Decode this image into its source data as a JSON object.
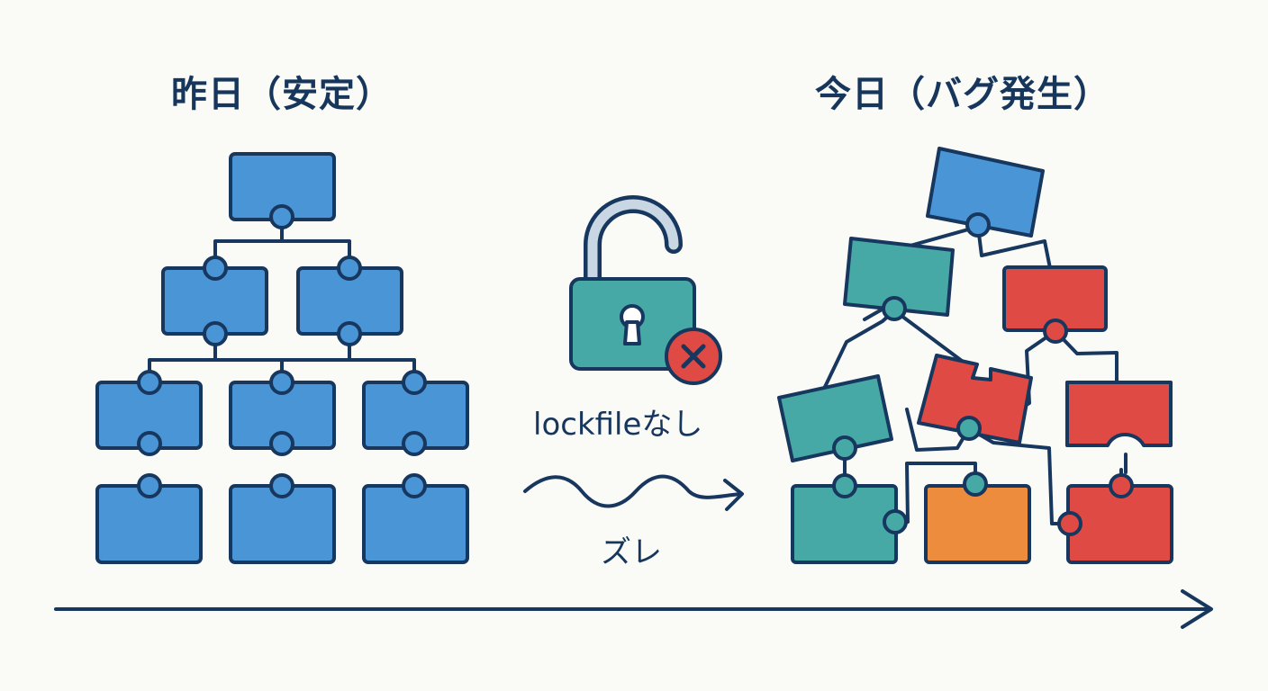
{
  "left_panel": {
    "title": "昨日（安定）",
    "state": "stable",
    "box_color": "#4a95d6"
  },
  "right_panel": {
    "title": "今日（バグ発生）",
    "state": "broken",
    "box_colors": {
      "ok": "#46a9a5",
      "broken": "#e04a44",
      "warning": "#ee8c3d",
      "root": "#4a95d6"
    }
  },
  "middle": {
    "lock_icon": "unlocked-padlock-icon",
    "error_badge_icon": "x-circle-icon",
    "lock_label": "lockfileなし",
    "drift_icon": "wavy-arrow-icon",
    "drift_label": "ズレ"
  },
  "timeline": {
    "icon": "arrow-right-icon"
  },
  "colors": {
    "outline": "#17375e",
    "background": "#fafaf7",
    "lock_body": "#46a9a5",
    "lock_shackle": "#c9d7e4",
    "error": "#e04a44"
  }
}
